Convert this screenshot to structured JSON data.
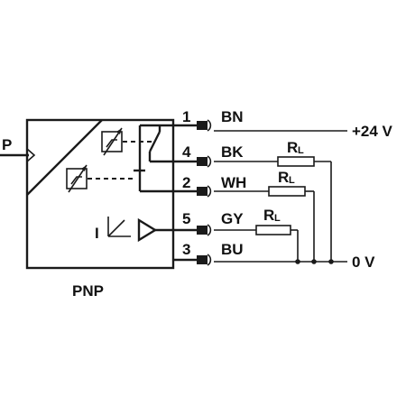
{
  "input_label": "P",
  "output_label": "I",
  "sensor_type": "PNP",
  "supply": {
    "positive": "+24 V",
    "negative": "0 V"
  },
  "load_symbol": {
    "main": "R",
    "sub": "L"
  },
  "pins": [
    {
      "number": "1",
      "color": "BN"
    },
    {
      "number": "4",
      "color": "BK"
    },
    {
      "number": "2",
      "color": "WH"
    },
    {
      "number": "5",
      "color": "GY"
    },
    {
      "number": "3",
      "color": "BU"
    }
  ]
}
